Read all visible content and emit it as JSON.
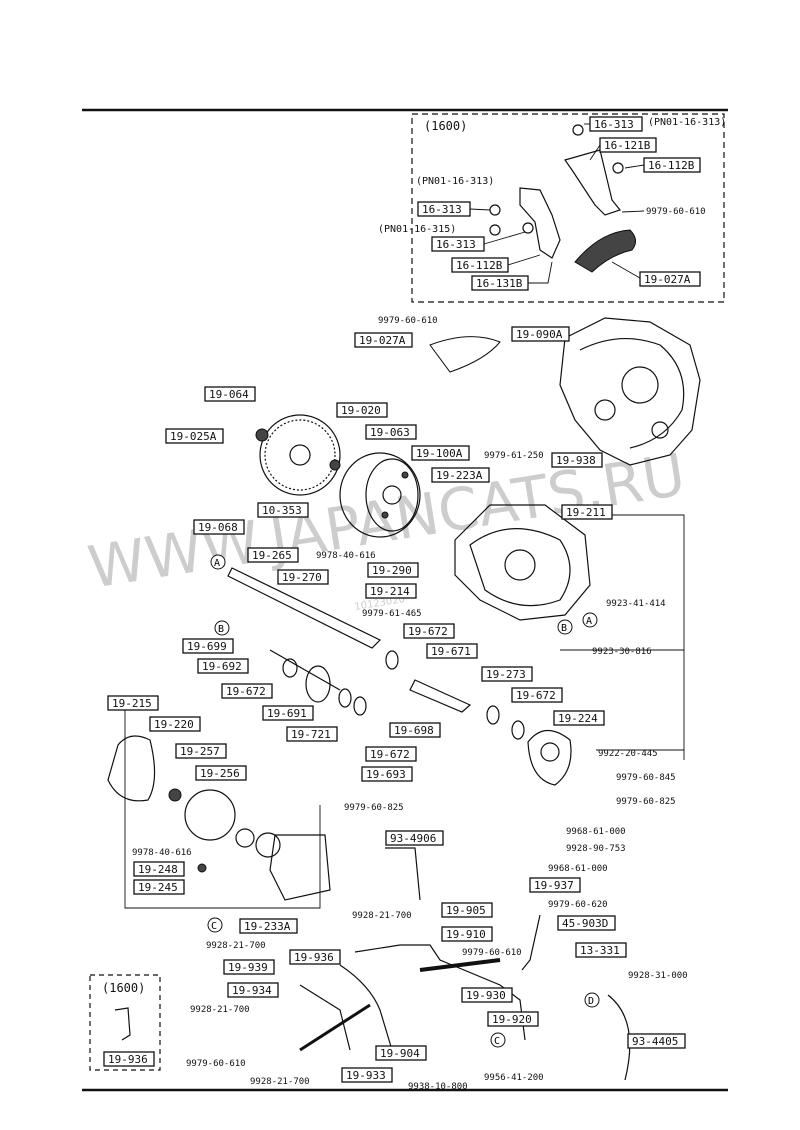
{
  "watermark": {
    "text": "WWW.JAPANCATS.RU",
    "code": "10123020"
  },
  "callout_1600_top": {
    "title": "(1600)",
    "boxed": [
      "16-313",
      "16-121B",
      "16-112B",
      "16-313",
      "16-313",
      "16-112B",
      "16-131B",
      "19-027A"
    ],
    "notes": [
      "(PN01-16-313)",
      "(PN01-16-313)",
      "(PN01-16-315)"
    ],
    "plain": [
      "9979-60-610"
    ]
  },
  "boxed_labels": [
    "19-027A",
    "19-090A",
    "19-064",
    "19-020",
    "19-063",
    "19-025A",
    "19-100A",
    "19-223A",
    "19-938",
    "10-353",
    "19-068",
    "19-211",
    "19-265",
    "19-270",
    "19-290",
    "19-214",
    "19-699",
    "19-672",
    "19-692",
    "19-671",
    "19-672",
    "19-273",
    "19-691",
    "19-672",
    "19-721",
    "19-698",
    "19-224",
    "19-672",
    "19-693",
    "19-215",
    "19-220",
    "19-257",
    "19-256",
    "19-248",
    "19-245",
    "93-4906",
    "19-937",
    "19-233A",
    "19-905",
    "19-910",
    "45-903D",
    "13-331",
    "19-939",
    "19-936",
    "19-934",
    "19-930",
    "19-920",
    "19-904",
    "19-933",
    "93-4405"
  ],
  "plain_labels": [
    "9979-60-610",
    "9979-61-250",
    "9978-40-616",
    "9923-41-414",
    "9979-61-465",
    "9923-30-816",
    "9922-20-445",
    "9979-60-845",
    "9979-60-825",
    "9979-60-825",
    "9978-40-616",
    "9968-61-000",
    "9928-90-753",
    "9968-61-000",
    "9928-21-700",
    "9979-60-620",
    "9979-60-610",
    "9928-21-700",
    "9928-21-700",
    "9928-31-000",
    "9979-60-610",
    "9928-21-700",
    "9938-10-800",
    "9956-41-200"
  ],
  "circle_markers": [
    "A",
    "A",
    "B",
    "B",
    "C",
    "C",
    "D"
  ],
  "callout_1600_bottom": {
    "title": "(1600)",
    "label": "19-936"
  }
}
